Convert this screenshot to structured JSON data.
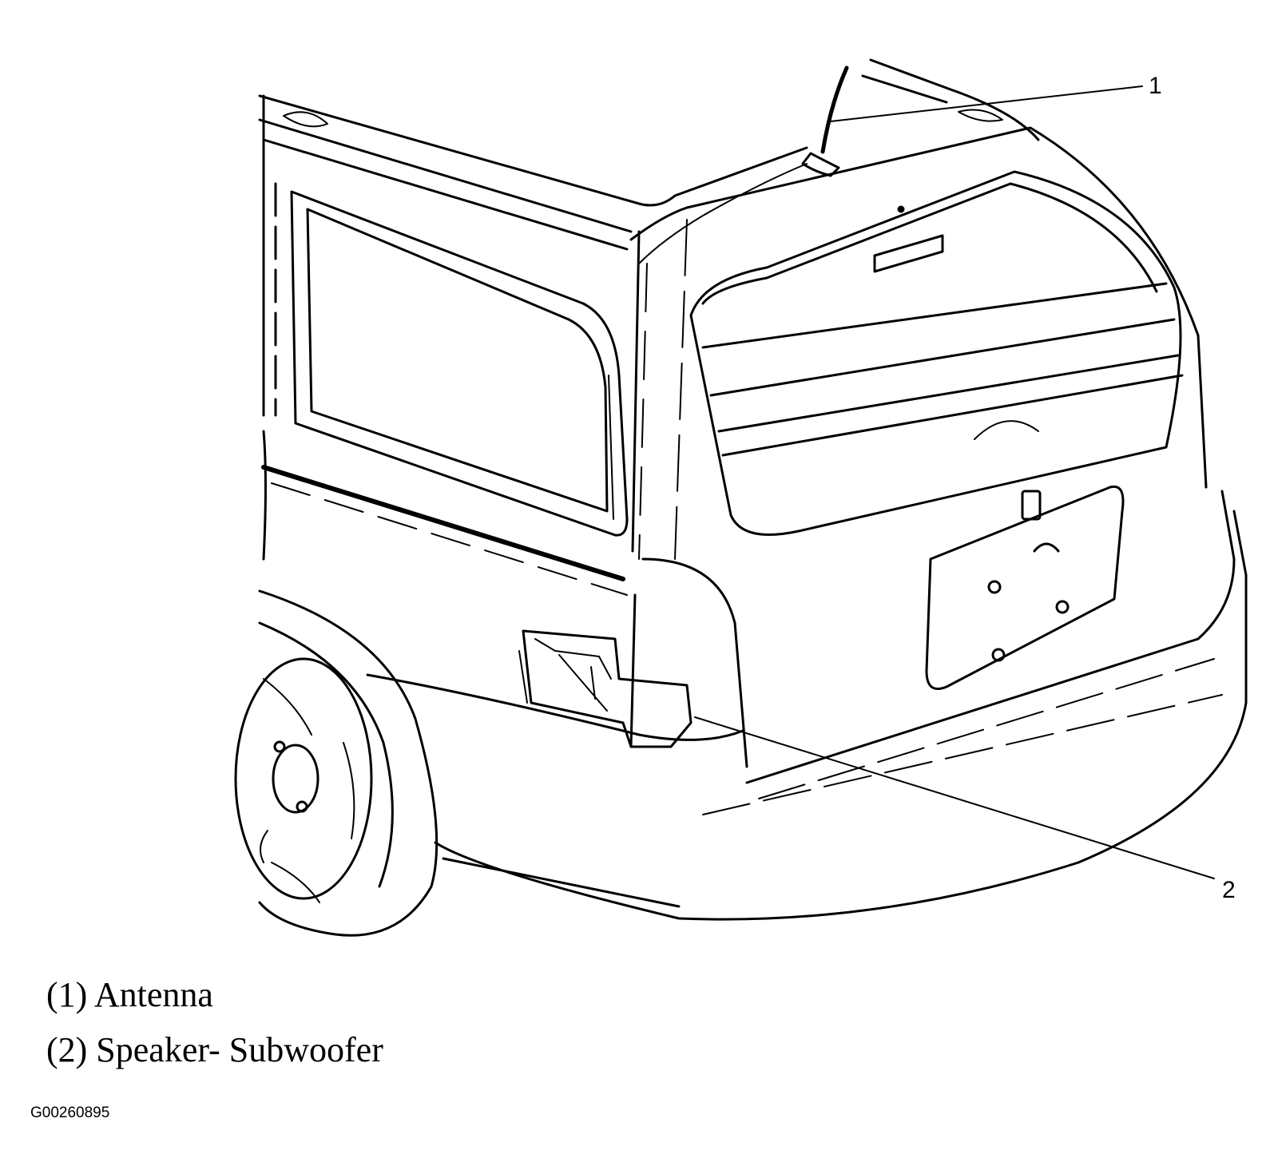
{
  "callouts": [
    {
      "number": "1",
      "label": "(1) Antenna"
    },
    {
      "number": "2",
      "label": "(2) Speaker- Subwoofer"
    }
  ],
  "figure_id": "G00260895",
  "stroke_color": "#000000"
}
